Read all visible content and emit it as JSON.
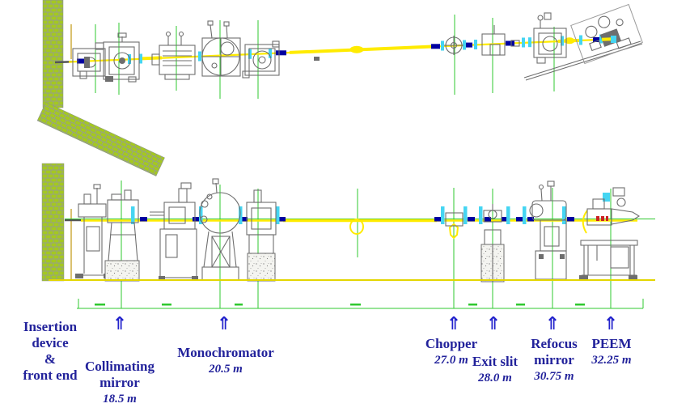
{
  "arrow_glyph": "⇑",
  "colors": {
    "beam_yellow": "#ffeb00",
    "connector_blue": "#0000a0",
    "flange_cyan": "#45d5f2",
    "line_green": "#2fc82f",
    "machinery_gray": "#6e6e6e",
    "wall_brick": "#a4c821",
    "wall_mortar": "#96a089",
    "label_navy": "#22229b",
    "arrow_blue": "#2222cc",
    "ground_yellow": "#e3d600",
    "accent_orange": "#c9a633",
    "red_mark": "#cc2222"
  },
  "stations": [
    {
      "id": "insertion-device",
      "lines": [
        "Insertion",
        "device",
        "&",
        "front end"
      ],
      "distance": ""
    },
    {
      "id": "collimating-mirror",
      "lines": [
        "Collimating",
        "mirror"
      ],
      "distance": "18.5 m"
    },
    {
      "id": "monochromator",
      "lines": [
        "Monochromator"
      ],
      "distance": "20.5 m"
    },
    {
      "id": "chopper",
      "lines": [
        "Chopper"
      ],
      "distance": "27.0 m"
    },
    {
      "id": "exit-slit",
      "lines": [
        "Exit slit"
      ],
      "distance": "28.0 m"
    },
    {
      "id": "refocus-mirror",
      "lines": [
        "Refocus",
        "mirror"
      ],
      "distance": "30.75 m"
    },
    {
      "id": "peem",
      "lines": [
        "PEEM"
      ],
      "distance": "32.25 m"
    }
  ]
}
